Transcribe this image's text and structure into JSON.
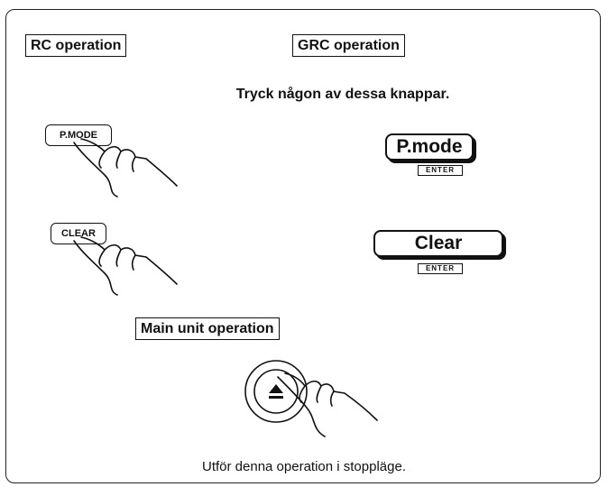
{
  "labels": {
    "rc_operation": "RC operation",
    "grc_operation": "GRC operation",
    "main_unit_operation": "Main unit operation"
  },
  "instruction": "Tryck någon av dessa knappar.",
  "rc_buttons": {
    "pmode": "P.MODE",
    "clear": "CLEAR"
  },
  "grc_buttons": {
    "pmode": "P.mode",
    "clear": "Clear",
    "enter": "ENTER"
  },
  "main_unit": {
    "eject_icon": "eject-icon"
  },
  "footer": "Utför denna operation i stoppläge."
}
